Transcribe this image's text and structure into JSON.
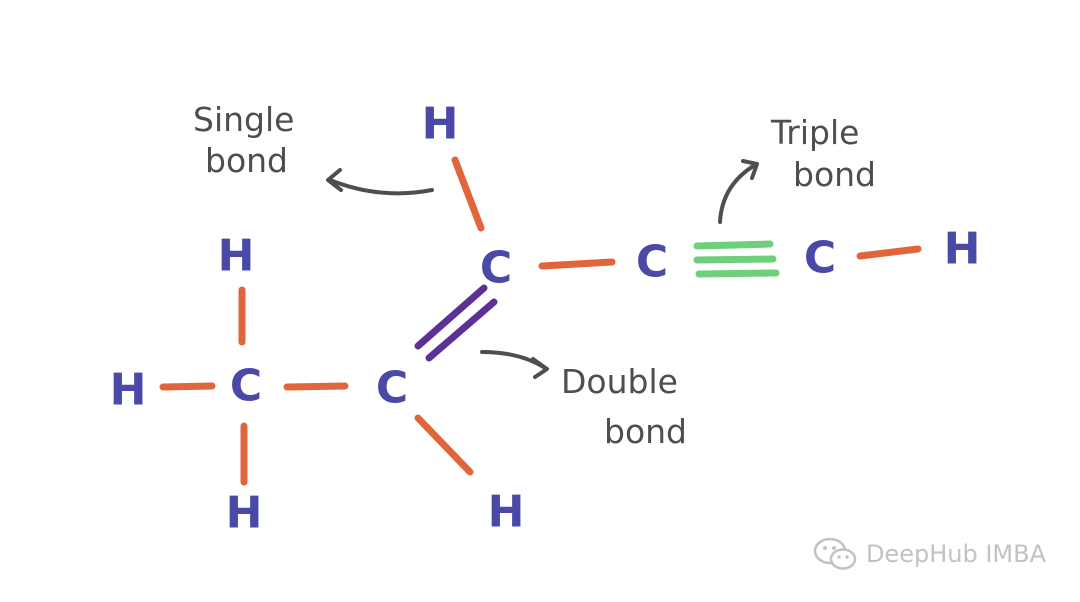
{
  "colors": {
    "atom": "#4a49a8",
    "single_bond": "#e0653b",
    "double_bond": "#5b3196",
    "triple_bond": "#6fd07b",
    "annotation": "#4b4f52",
    "watermark": "#c2c2c2"
  },
  "atoms": [
    {
      "symbol": "H"
    },
    {
      "symbol": "C"
    },
    {
      "symbol": "C"
    },
    {
      "symbol": "C"
    },
    {
      "symbol": "H"
    },
    {
      "symbol": "H"
    },
    {
      "symbol": "H"
    },
    {
      "symbol": "C"
    },
    {
      "symbol": "H"
    },
    {
      "symbol": "C"
    },
    {
      "symbol": "H"
    }
  ],
  "annotations": {
    "single_bond": {
      "line1": "Single",
      "line2": "bond"
    },
    "double_bond": {
      "line1": "Double",
      "line2": "bond"
    },
    "triple_bond": {
      "line1": "Triple",
      "line2": "bond"
    }
  },
  "watermark": {
    "icon": "wechat-icon",
    "text": "DeepHub IMBA"
  }
}
